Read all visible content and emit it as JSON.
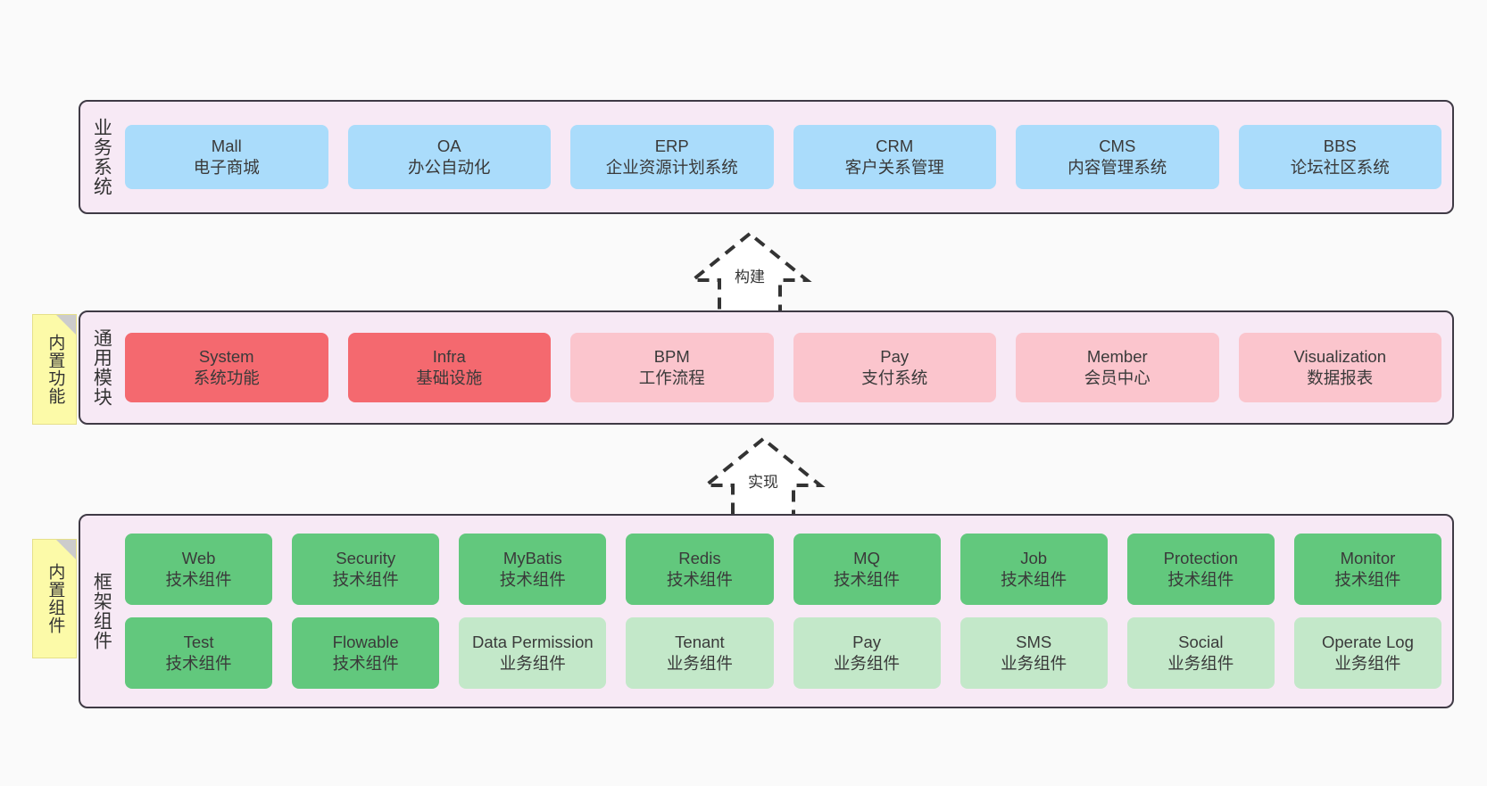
{
  "diagram": {
    "background": "#fafafa",
    "palette": {
      "layer_bg": "#f7e9f5",
      "layer_border": "#3f3a45",
      "blue": "#aadcfb",
      "red": "#f4696f",
      "pink": "#fbc5cd",
      "green": "#62c87d",
      "light_green": "#c3e8c9",
      "note_yellow": "#fcfaa8",
      "note_fold": "#cccccc"
    }
  },
  "layers": {
    "business": {
      "title": "业务系统",
      "cards": [
        {
          "name": "Mall",
          "desc": "电子商城"
        },
        {
          "name": "OA",
          "desc": "办公自动化"
        },
        {
          "name": "ERP",
          "desc": "企业资源计划系统"
        },
        {
          "name": "CRM",
          "desc": "客户关系管理"
        },
        {
          "name": "CMS",
          "desc": "内容管理系统"
        },
        {
          "name": "BBS",
          "desc": "论坛社区系统"
        }
      ]
    },
    "common": {
      "title": "通用模块",
      "note": "内置功能",
      "cards": [
        {
          "name": "System",
          "desc": "系统功能",
          "style": "c-red"
        },
        {
          "name": "Infra",
          "desc": "基础设施",
          "style": "c-red"
        },
        {
          "name": "BPM",
          "desc": "工作流程",
          "style": "c-pink"
        },
        {
          "name": "Pay",
          "desc": "支付系统",
          "style": "c-pink"
        },
        {
          "name": "Member",
          "desc": "会员中心",
          "style": "c-pink"
        },
        {
          "name": "Visualization",
          "desc": "数据报表",
          "style": "c-pink"
        }
      ]
    },
    "framework": {
      "title": "框架组件",
      "note": "内置组件",
      "row_tech": [
        {
          "name": "Web",
          "desc": "技术组件"
        },
        {
          "name": "Security",
          "desc": "技术组件"
        },
        {
          "name": "MyBatis",
          "desc": "技术组件"
        },
        {
          "name": "Redis",
          "desc": "技术组件"
        },
        {
          "name": "MQ",
          "desc": "技术组件"
        },
        {
          "name": "Job",
          "desc": "技术组件"
        },
        {
          "name": "Protection",
          "desc": "技术组件"
        },
        {
          "name": "Monitor",
          "desc": "技术组件"
        }
      ],
      "row_biz": [
        {
          "name": "Test",
          "desc": "技术组件",
          "style": "c-green"
        },
        {
          "name": "Flowable",
          "desc": "技术组件",
          "style": "c-green"
        },
        {
          "name": "Data Permission",
          "desc": "业务组件",
          "style": "c-lightgreen"
        },
        {
          "name": "Tenant",
          "desc": "业务组件",
          "style": "c-lightgreen"
        },
        {
          "name": "Pay",
          "desc": "业务组件",
          "style": "c-lightgreen"
        },
        {
          "name": "SMS",
          "desc": "业务组件",
          "style": "c-lightgreen"
        },
        {
          "name": "Social",
          "desc": "业务组件",
          "style": "c-lightgreen"
        },
        {
          "name": "Operate Log",
          "desc": "业务组件",
          "style": "c-lightgreen"
        }
      ]
    }
  },
  "arrows": [
    {
      "id": "build",
      "label": "构建",
      "from": "common",
      "to": "business"
    },
    {
      "id": "impl",
      "label": "实现",
      "from": "framework",
      "to": "common"
    }
  ]
}
